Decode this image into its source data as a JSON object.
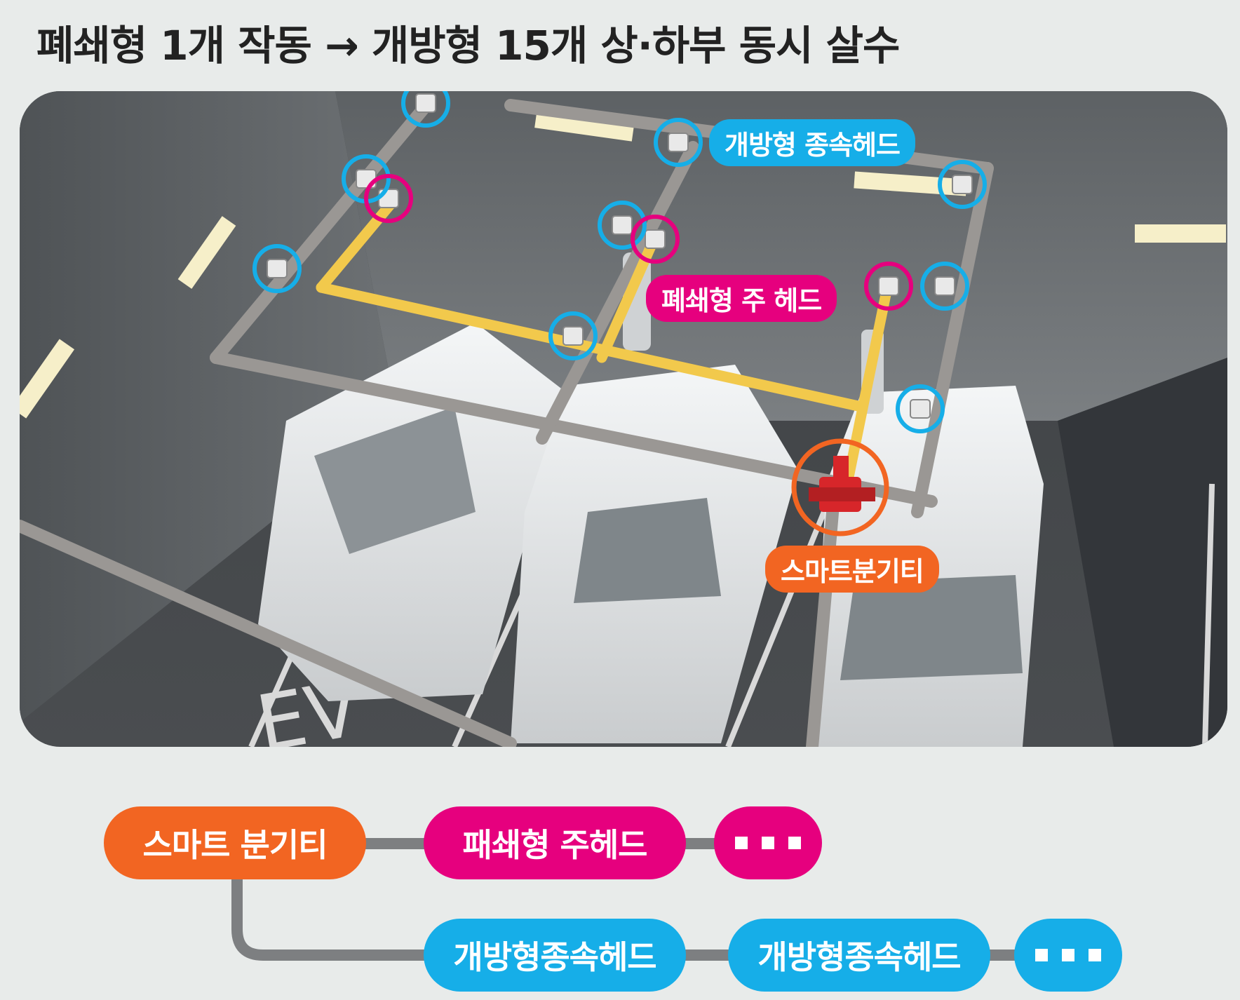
{
  "title": "폐쇄형 1개 작동 → 개방형 15개 상·하부 동시 살수",
  "colors": {
    "open_head": "#16aee8",
    "closed_head": "#e6007e",
    "smart_tee": "#f26522",
    "connector": "#7d7f81"
  },
  "photo_labels": {
    "open_head": "개방형 종속헤드",
    "closed_head": "폐쇄형 주 헤드",
    "smart_tee": "스마트분기티"
  },
  "photo_floor_marking": "EV",
  "flow": {
    "smart_tee": "스마트 분기티",
    "closed_main": "패쇄형 주헤드",
    "open_sub_1": "개방형종속헤드",
    "open_sub_2": "개방형종속헤드"
  }
}
